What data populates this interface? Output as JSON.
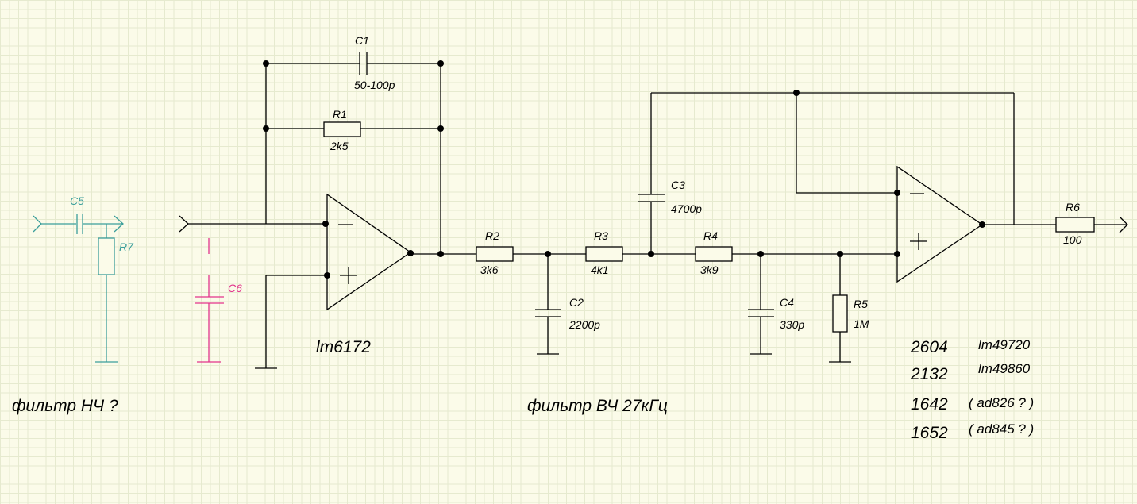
{
  "colors": {
    "wire": "#000000",
    "lpf": "#3a9e9a",
    "c6": "#e2338c",
    "background": "#fbfbe9"
  },
  "components": {
    "C1": {
      "ref": "C1",
      "value": "50-100p"
    },
    "R1": {
      "ref": "R1",
      "value": "2k5"
    },
    "R2": {
      "ref": "R2",
      "value": "3k6"
    },
    "R3": {
      "ref": "R3",
      "value": "4k1"
    },
    "R4": {
      "ref": "R4",
      "value": "3k9"
    },
    "R5": {
      "ref": "R5",
      "value": "1M"
    },
    "R6": {
      "ref": "R6",
      "value": "100"
    },
    "C2": {
      "ref": "C2",
      "value": "2200p"
    },
    "C3": {
      "ref": "C3",
      "value": "4700p"
    },
    "C4": {
      "ref": "C4",
      "value": "330p"
    },
    "C5": {
      "ref": "C5"
    },
    "C6": {
      "ref": "C6"
    },
    "R7": {
      "ref": "R7"
    }
  },
  "opamp1": {
    "part": "lm6172",
    "minus": "−",
    "plus": "+"
  },
  "opamp2": {
    "minus": "−",
    "plus": "+"
  },
  "captions": {
    "lpf": "фильтр НЧ ?",
    "hpf": "фильтр ВЧ 27кГц"
  },
  "alternatives": [
    {
      "number": "2604",
      "note": "lm49720"
    },
    {
      "number": "2132",
      "note": "lm49860"
    },
    {
      "number": "1642",
      "note": "( ad826 ? )"
    },
    {
      "number": "1652",
      "note": "( ad845 ? )"
    }
  ]
}
